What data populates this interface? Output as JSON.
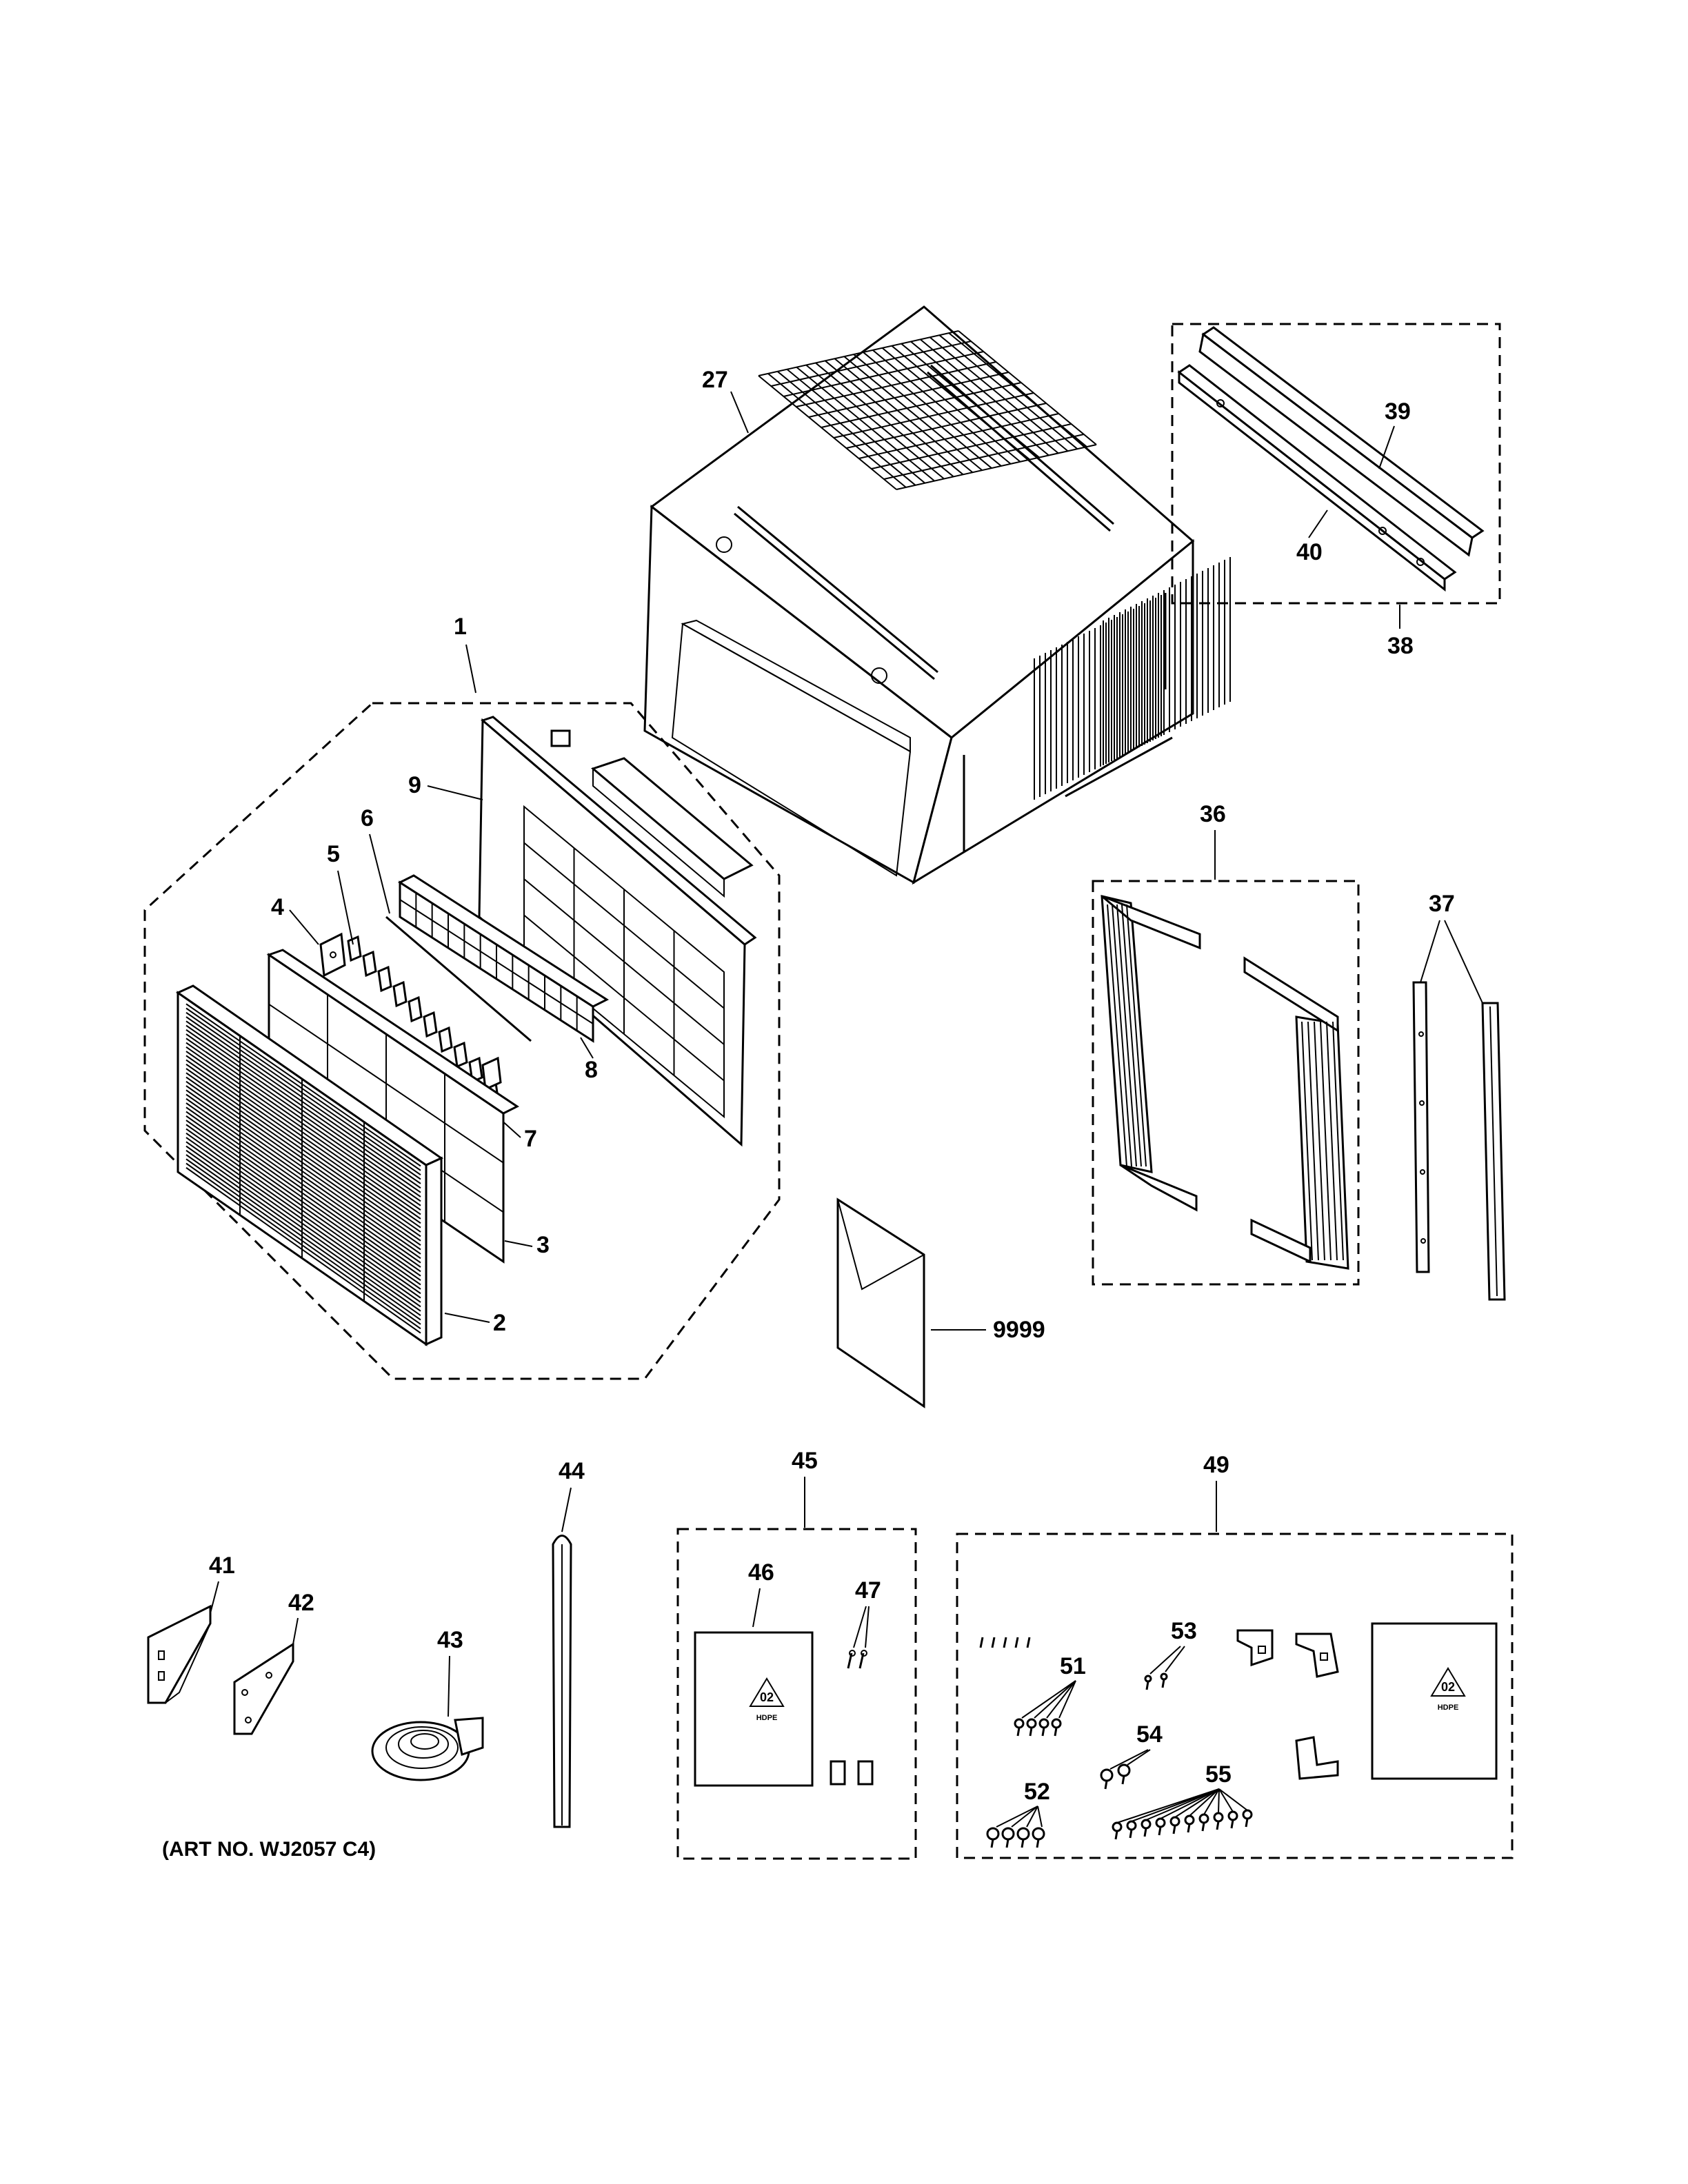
{
  "labels": {
    "l1": "1",
    "l2": "2",
    "l3": "3",
    "l4": "4",
    "l5": "5",
    "l6": "6",
    "l7": "7",
    "l8": "8",
    "l9": "9",
    "l27": "27",
    "l36": "36",
    "l37": "37",
    "l38": "38",
    "l39": "39",
    "l40": "40",
    "l41": "41",
    "l42": "42",
    "l43": "43",
    "l44": "44",
    "l45": "45",
    "l46": "46",
    "l47": "47",
    "l49": "49",
    "l51": "51",
    "l52": "52",
    "l53": "53",
    "l54": "54",
    "l55": "55",
    "l9999": "9999"
  },
  "recycle": {
    "code": "02",
    "material": "HDPE"
  },
  "art_number": "(ART NO. WJ2057 C4)"
}
